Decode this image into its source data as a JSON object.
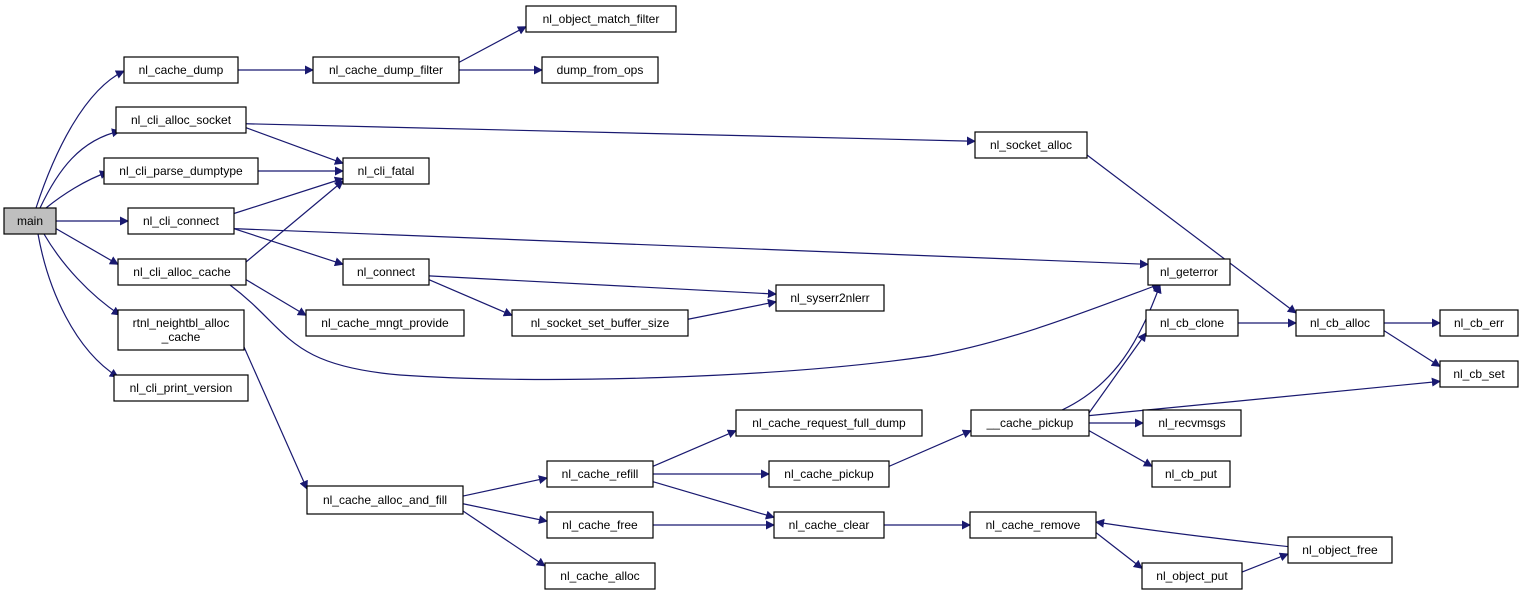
{
  "diagram": {
    "type": "call-graph",
    "colors": {
      "edge": "#191970",
      "root_fill": "#bfbfbf",
      "node_fill": "#ffffff",
      "node_stroke": "#000000"
    },
    "nodes": [
      {
        "id": "main",
        "lines": [
          "main"
        ],
        "root": true
      },
      {
        "id": "nl_cache_dump",
        "lines": [
          "nl_cache_dump"
        ]
      },
      {
        "id": "nl_cli_alloc_socket",
        "lines": [
          "nl_cli_alloc_socket"
        ]
      },
      {
        "id": "nl_cli_parse_dumptype",
        "lines": [
          "nl_cli_parse_dumptype"
        ]
      },
      {
        "id": "nl_cli_connect",
        "lines": [
          "nl_cli_connect"
        ]
      },
      {
        "id": "nl_cli_alloc_cache",
        "lines": [
          "nl_cli_alloc_cache"
        ]
      },
      {
        "id": "rtnl_neightbl_alloc_cache",
        "lines": [
          "rtnl_neightbl_alloc",
          "_cache"
        ]
      },
      {
        "id": "nl_cli_print_version",
        "lines": [
          "nl_cli_print_version"
        ]
      },
      {
        "id": "nl_cache_dump_filter",
        "lines": [
          "nl_cache_dump_filter"
        ]
      },
      {
        "id": "nl_cli_fatal",
        "lines": [
          "nl_cli_fatal"
        ]
      },
      {
        "id": "nl_connect",
        "lines": [
          "nl_connect"
        ]
      },
      {
        "id": "nl_cache_mngt_provide",
        "lines": [
          "nl_cache_mngt_provide"
        ]
      },
      {
        "id": "nl_cache_alloc_and_fill",
        "lines": [
          "nl_cache_alloc_and_fill"
        ]
      },
      {
        "id": "nl_object_match_filter",
        "lines": [
          "nl_object_match_filter"
        ]
      },
      {
        "id": "dump_from_ops",
        "lines": [
          "dump_from_ops"
        ]
      },
      {
        "id": "nl_socket_set_buffer_size",
        "lines": [
          "nl_socket_set_buffer_size"
        ]
      },
      {
        "id": "nl_cache_refill",
        "lines": [
          "nl_cache_refill"
        ]
      },
      {
        "id": "nl_cache_free",
        "lines": [
          "nl_cache_free"
        ]
      },
      {
        "id": "nl_cache_alloc",
        "lines": [
          "nl_cache_alloc"
        ]
      },
      {
        "id": "nl_syserr2nlerr",
        "lines": [
          "nl_syserr2nlerr"
        ]
      },
      {
        "id": "nl_cache_request_full_dump",
        "lines": [
          "nl_cache_request_full_dump"
        ]
      },
      {
        "id": "nl_cache_pickup",
        "lines": [
          "nl_cache_pickup"
        ]
      },
      {
        "id": "nl_cache_clear",
        "lines": [
          "nl_cache_clear"
        ]
      },
      {
        "id": "nl_socket_alloc",
        "lines": [
          "nl_socket_alloc"
        ]
      },
      {
        "id": "__cache_pickup",
        "lines": [
          "__cache_pickup"
        ]
      },
      {
        "id": "nl_cache_remove",
        "lines": [
          "nl_cache_remove"
        ]
      },
      {
        "id": "nl_geterror",
        "lines": [
          "nl_geterror"
        ]
      },
      {
        "id": "nl_cb_clone",
        "lines": [
          "nl_cb_clone"
        ]
      },
      {
        "id": "nl_recvmsgs",
        "lines": [
          "nl_recvmsgs"
        ]
      },
      {
        "id": "nl_cb_put",
        "lines": [
          "nl_cb_put"
        ]
      },
      {
        "id": "nl_object_put",
        "lines": [
          "nl_object_put"
        ]
      },
      {
        "id": "nl_cb_alloc",
        "lines": [
          "nl_cb_alloc"
        ]
      },
      {
        "id": "nl_object_free",
        "lines": [
          "nl_object_free"
        ]
      },
      {
        "id": "nl_cb_err",
        "lines": [
          "nl_cb_err"
        ]
      },
      {
        "id": "nl_cb_set",
        "lines": [
          "nl_cb_set"
        ]
      }
    ],
    "edges": [
      {
        "from": "main",
        "to": "nl_cache_dump"
      },
      {
        "from": "main",
        "to": "nl_cli_alloc_socket"
      },
      {
        "from": "main",
        "to": "nl_cli_parse_dumptype"
      },
      {
        "from": "main",
        "to": "nl_cli_connect"
      },
      {
        "from": "main",
        "to": "nl_cli_alloc_cache"
      },
      {
        "from": "main",
        "to": "rtnl_neightbl_alloc_cache"
      },
      {
        "from": "main",
        "to": "nl_cli_print_version"
      },
      {
        "from": "nl_cache_dump",
        "to": "nl_cache_dump_filter"
      },
      {
        "from": "nl_cache_dump_filter",
        "to": "nl_object_match_filter"
      },
      {
        "from": "nl_cache_dump_filter",
        "to": "dump_from_ops"
      },
      {
        "from": "nl_cli_alloc_socket",
        "to": "nl_cli_fatal"
      },
      {
        "from": "nl_cli_alloc_socket",
        "to": "nl_socket_alloc"
      },
      {
        "from": "nl_cli_parse_dumptype",
        "to": "nl_cli_fatal"
      },
      {
        "from": "nl_cli_connect",
        "to": "nl_cli_fatal"
      },
      {
        "from": "nl_cli_connect",
        "to": "nl_connect"
      },
      {
        "from": "nl_cli_connect",
        "to": "nl_geterror"
      },
      {
        "from": "nl_cli_alloc_cache",
        "to": "nl_cli_fatal"
      },
      {
        "from": "nl_cli_alloc_cache",
        "to": "nl_cache_mngt_provide"
      },
      {
        "from": "nl_cli_alloc_cache",
        "to": "nl_geterror"
      },
      {
        "from": "nl_connect",
        "to": "nl_syserr2nlerr"
      },
      {
        "from": "nl_connect",
        "to": "nl_socket_set_buffer_size"
      },
      {
        "from": "nl_socket_set_buffer_size",
        "to": "nl_syserr2nlerr"
      },
      {
        "from": "rtnl_neightbl_alloc_cache",
        "to": "nl_cache_alloc_and_fill"
      },
      {
        "from": "nl_cache_alloc_and_fill",
        "to": "nl_cache_refill"
      },
      {
        "from": "nl_cache_alloc_and_fill",
        "to": "nl_cache_free"
      },
      {
        "from": "nl_cache_alloc_and_fill",
        "to": "nl_cache_alloc"
      },
      {
        "from": "nl_cache_refill",
        "to": "nl_cache_request_full_dump"
      },
      {
        "from": "nl_cache_refill",
        "to": "nl_cache_pickup"
      },
      {
        "from": "nl_cache_refill",
        "to": "nl_cache_clear"
      },
      {
        "from": "nl_cache_free",
        "to": "nl_cache_clear"
      },
      {
        "from": "nl_cache_pickup",
        "to": "__cache_pickup"
      },
      {
        "from": "nl_cache_clear",
        "to": "nl_cache_remove"
      },
      {
        "from": "nl_socket_alloc",
        "to": "nl_cb_alloc"
      },
      {
        "from": "__cache_pickup",
        "to": "nl_geterror"
      },
      {
        "from": "__cache_pickup",
        "to": "nl_cb_clone"
      },
      {
        "from": "__cache_pickup",
        "to": "nl_cb_set"
      },
      {
        "from": "__cache_pickup",
        "to": "nl_recvmsgs"
      },
      {
        "from": "__cache_pickup",
        "to": "nl_cb_put"
      },
      {
        "from": "nl_cb_clone",
        "to": "nl_cb_alloc"
      },
      {
        "from": "nl_cb_alloc",
        "to": "nl_cb_err"
      },
      {
        "from": "nl_cb_alloc",
        "to": "nl_cb_set"
      },
      {
        "from": "nl_cache_remove",
        "to": "nl_object_put"
      },
      {
        "from": "nl_object_put",
        "to": "nl_object_free"
      },
      {
        "from": "nl_object_free",
        "to": "nl_cache_remove"
      }
    ]
  }
}
